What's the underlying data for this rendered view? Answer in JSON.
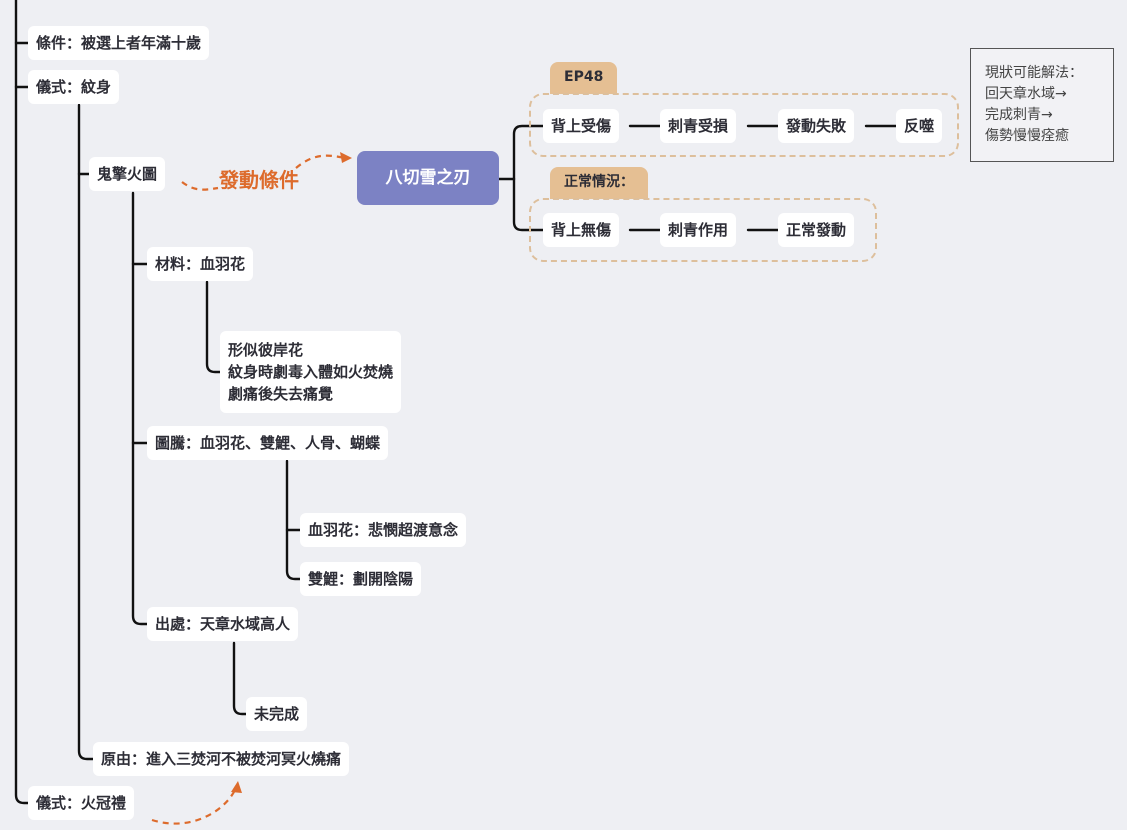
{
  "nodes": {
    "condition": "條件：被選上者年滿十歲",
    "ritual_tattoo": "儀式：紋身",
    "ghost_fire_map": "鬼擎火圖",
    "material": "材料：血羽花",
    "material_desc": [
      "形似彼岸花",
      "紋身時劇毒入體如火焚燒",
      "劇痛後失去痛覺"
    ],
    "totem": "圖騰：血羽花、雙鯉、人骨、蝴蝶",
    "blood_feather": "血羽花：悲憫超渡意念",
    "twin_carp": "雙鯉：劃開陰陽",
    "origin": "出處：天章水域高人",
    "unfinished": "未完成",
    "reason": "原由：進入三焚河不被焚河冥火燒痛",
    "ritual_crown": "儀式：火冠禮"
  },
  "central": "八切雪之刃",
  "relationship_label": "發動條件",
  "ep48": {
    "tag": "EP48",
    "steps": [
      "背上受傷",
      "刺青受損",
      "發動失敗",
      "反噬"
    ]
  },
  "normal": {
    "tag": "正常情況：",
    "steps": [
      "背上無傷",
      "刺青作用",
      "正常發動"
    ]
  },
  "note": {
    "lines": [
      "現狀可能解法：",
      "回天章水域→",
      "完成刺青→",
      "傷勢慢慢痊癒"
    ]
  },
  "colors": {
    "background": "#eeeff3",
    "central": "#7c82c4",
    "tag": "#e5bf93",
    "accent_orange": "#dd6b2c",
    "dashed_group": "#ddbf9c",
    "line": "#111111"
  }
}
